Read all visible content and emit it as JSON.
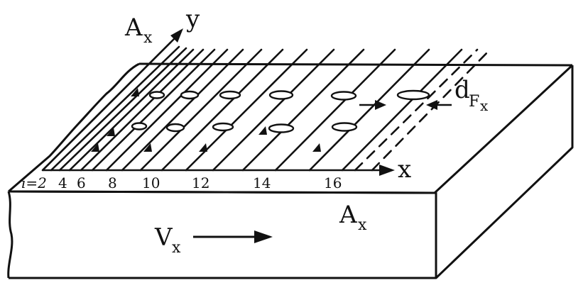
{
  "labels": {
    "ax_top": "A",
    "ax_top_sub": "x",
    "y_axis": "y",
    "x_axis": "x",
    "dfx_main": "d",
    "dfx_sub": "F",
    "dfx_subsub": "x",
    "ax_side": "A",
    "ax_side_sub": "x",
    "vx_main": "V",
    "vx_sub": "x",
    "i_prefix": "i=2",
    "ticks": [
      "4",
      "6",
      "8",
      "10",
      "12",
      "14",
      "16"
    ]
  },
  "colors": {
    "ink": "#111111",
    "paper": "#ffffff"
  }
}
